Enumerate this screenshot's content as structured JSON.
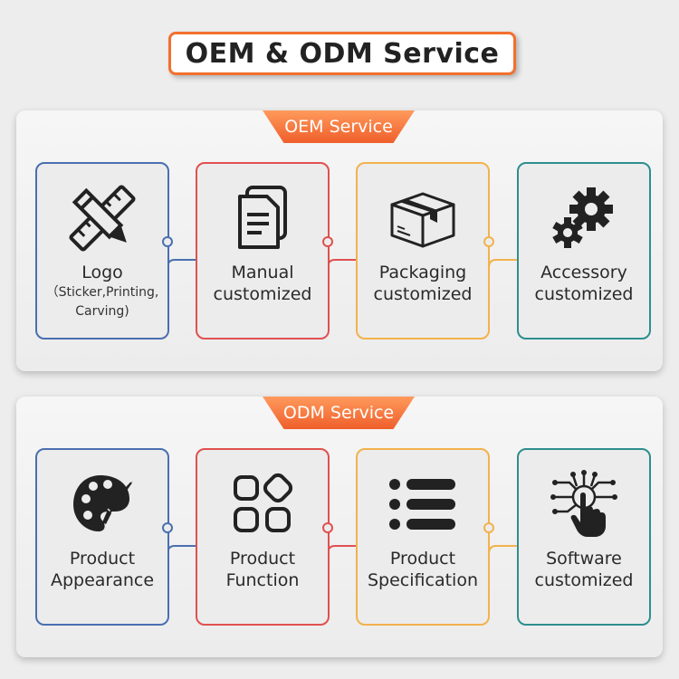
{
  "title": "OEM & ODM Service",
  "oem": {
    "tab": "OEM Service",
    "items": [
      {
        "label": "Logo",
        "sub": "（Sticker,Printing, Carving)",
        "icon": "pencil-ruler-icon",
        "color": "#4a6fb0"
      },
      {
        "label": "Manual customized",
        "sub": "",
        "icon": "document-icon",
        "color": "#e05050"
      },
      {
        "label": "Packaging customized",
        "sub": "",
        "icon": "box-icon",
        "color": "#f2b24c"
      },
      {
        "label": "Accessory customized",
        "sub": "",
        "icon": "gears-icon",
        "color": "#2e8e8e"
      }
    ]
  },
  "odm": {
    "tab": "ODM Service",
    "items": [
      {
        "label": "Product Appearance",
        "sub": "",
        "icon": "palette-icon",
        "color": "#4a6fb0"
      },
      {
        "label": "Product Function",
        "sub": "",
        "icon": "grid-icon",
        "color": "#e05050"
      },
      {
        "label": "Product Specification",
        "sub": "",
        "icon": "list-icon",
        "color": "#f2b24c"
      },
      {
        "label": "Software customized",
        "sub": "",
        "icon": "touch-circuit-icon",
        "color": "#2e8e8e"
      }
    ]
  }
}
